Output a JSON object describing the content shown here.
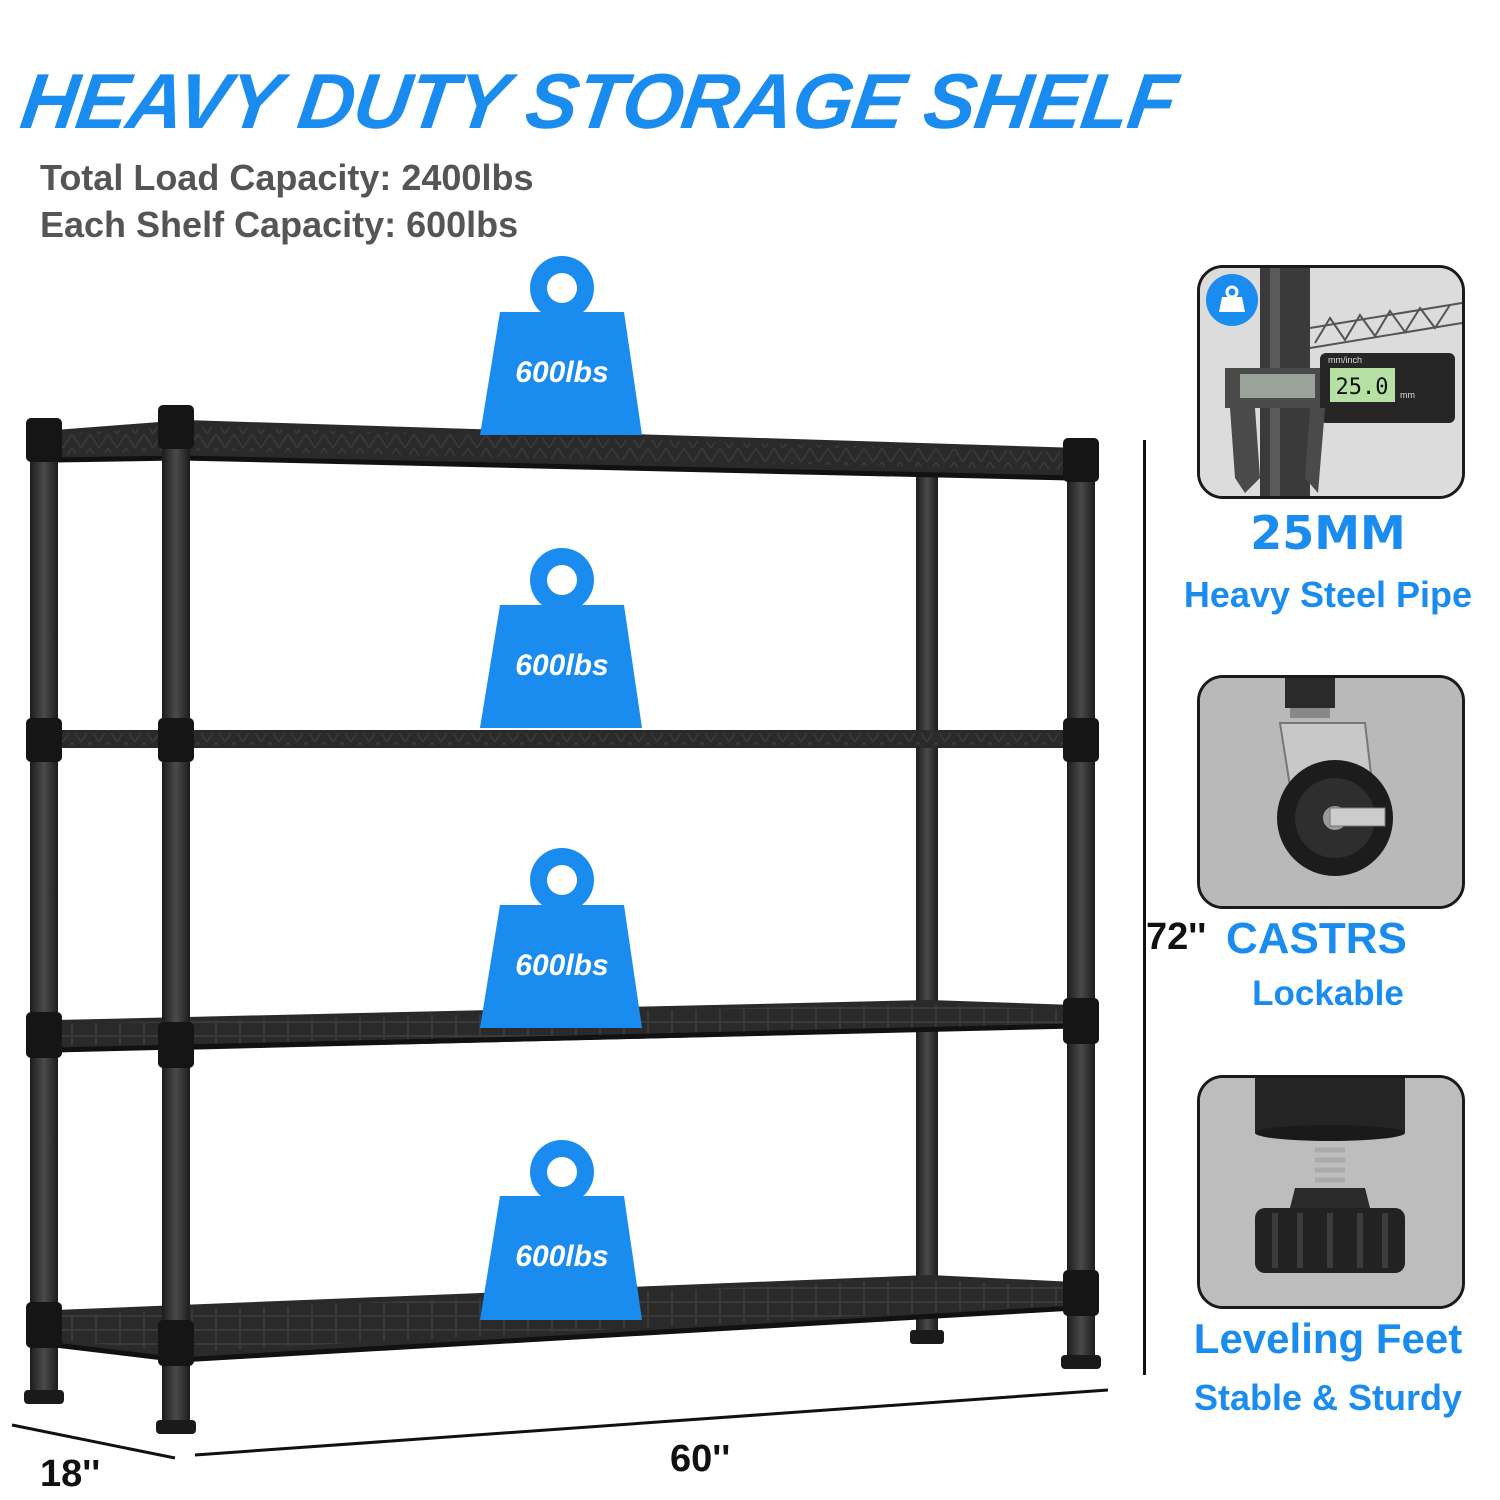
{
  "title": "HEAVY DUTY STORAGE SHELF",
  "capacity": {
    "total": "Total Load Capacity: 2400lbs",
    "each": "Each Shelf Capacity: 600lbs"
  },
  "weights": [
    {
      "label": "600lbs"
    },
    {
      "label": "600lbs"
    },
    {
      "label": "600lbs"
    },
    {
      "label": "600lbs"
    }
  ],
  "dimensions": {
    "height": "72''",
    "width": "60''",
    "depth": "18''"
  },
  "features": {
    "pipe": {
      "title": "25MM",
      "subtitle": "Heavy Steel Pipe",
      "caliper_reading": "25.0",
      "caliper_unit": "mm",
      "caliper_header": "mm/inch",
      "icon": "weight-icon"
    },
    "casters": {
      "title": "CASTRS",
      "subtitle": "Lockable",
      "icon": "caster-wheel-icon"
    },
    "feet": {
      "title": "Leveling Feet",
      "subtitle": "Stable & Sturdy",
      "icon": "leveling-foot-icon"
    }
  },
  "colors": {
    "accent": "#1a8cf0",
    "shelf_metal": "#2b2b2b",
    "text_gray": "#555555"
  }
}
